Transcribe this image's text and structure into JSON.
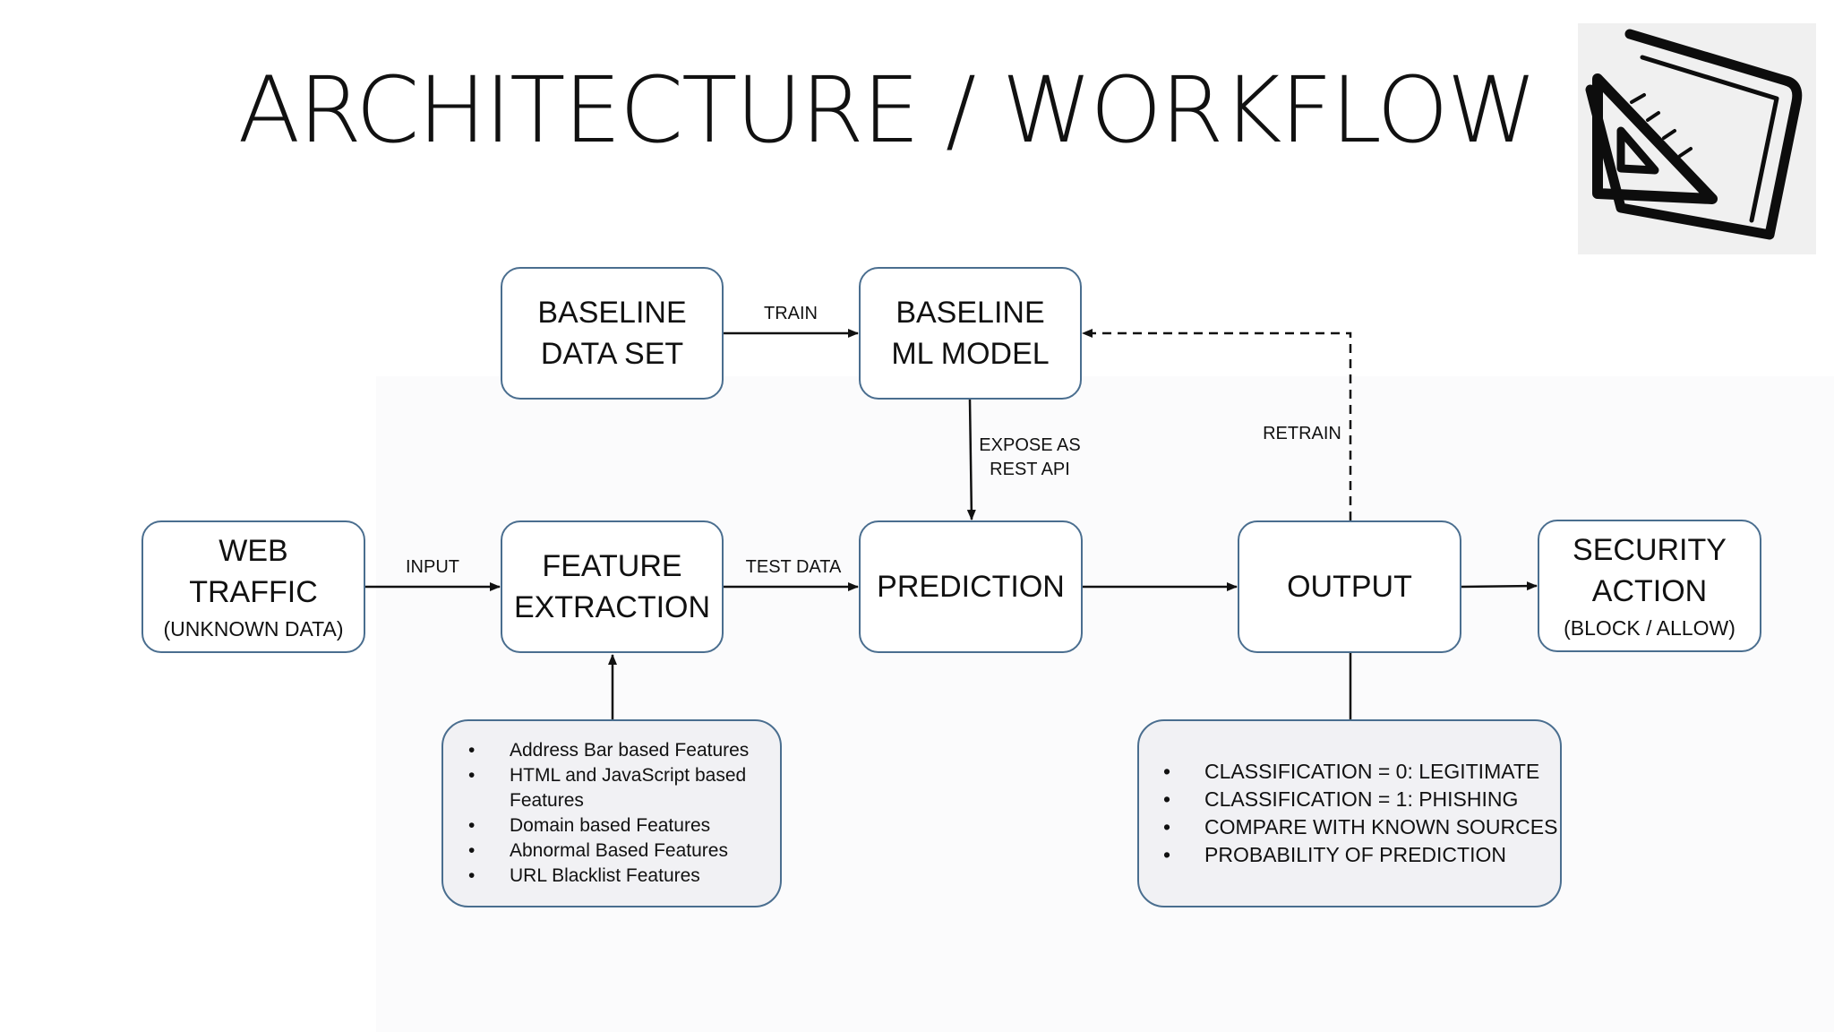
{
  "title": "ARCHITECTURE / WORKFLOW",
  "logo_icon": "set-square-ruler-icon",
  "nodes": {
    "baseline_data_set": "BASELINE\nDATA SET",
    "baseline_ml_model": "BASELINE\nML MODEL",
    "web_traffic": "WEB\nTRAFFIC",
    "web_traffic_sub": "(UNKNOWN DATA)",
    "feature_extraction": "FEATURE\nEXTRACTION",
    "prediction": "PREDICTION",
    "output": "OUTPUT",
    "security_action": "SECURITY\nACTION",
    "security_action_sub": "(BLOCK / ALLOW)"
  },
  "edges": {
    "train": "TRAIN",
    "expose": "EXPOSE AS\nREST API",
    "retrain": "RETRAIN",
    "input": "INPUT",
    "test_data": "TEST DATA"
  },
  "features": [
    "Address Bar based Features",
    "HTML and JavaScript based Features",
    "Domain based Features",
    "Abnormal Based Features",
    "URL Blacklist Features"
  ],
  "outputs": [
    "CLASSIFICATION = 0: LEGITIMATE",
    "CLASSIFICATION = 1: PHISHING",
    "COMPARE WITH KNOWN SOURCES",
    "PROBABILITY OF PREDICTION"
  ],
  "colors": {
    "border": "#4a6e8f",
    "arrow": "#111111",
    "note_fill": "#f1f1f4"
  }
}
